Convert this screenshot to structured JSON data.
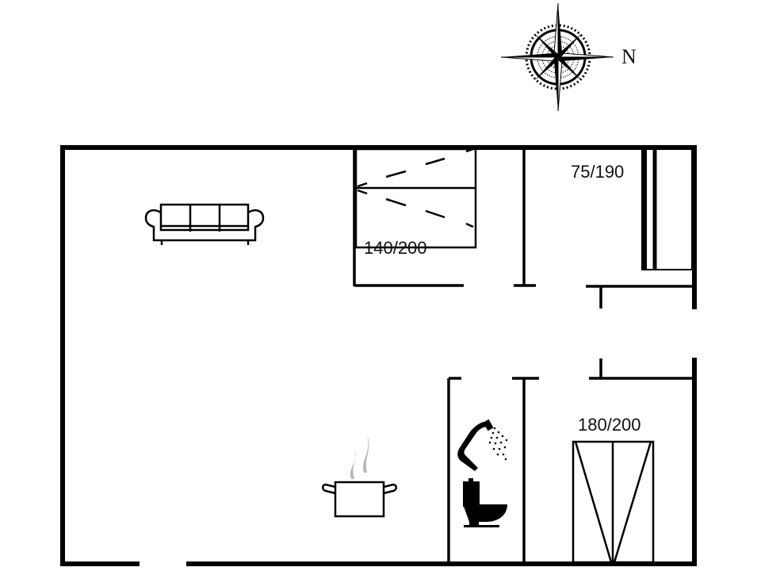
{
  "compass": {
    "direction_label": "N"
  },
  "rooms": {
    "bedroom_1": {
      "bed_label": "140/200",
      "bed_type": "bunk-bed"
    },
    "bedroom_2": {
      "bed_label": "75/190",
      "bed_type": "single-bed"
    },
    "bedroom_3": {
      "bed_label": "180/200",
      "bed_type": "double-bed"
    },
    "living": {
      "furniture": "sofa-icon"
    },
    "kitchen": {
      "furniture": "cooking-pot-icon"
    },
    "bathroom": {
      "fixtures": [
        "shower-icon",
        "toilet-icon"
      ]
    }
  },
  "colors": {
    "wall": "#000000",
    "background": "#ffffff",
    "steam": "#b8b8b8"
  }
}
